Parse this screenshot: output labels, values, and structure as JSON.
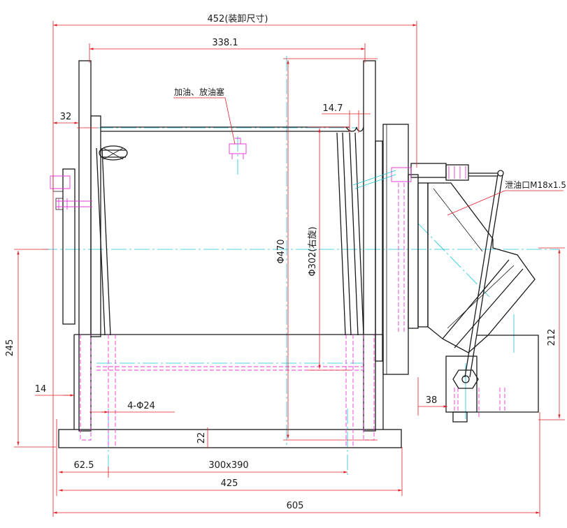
{
  "dimensions": {
    "d452": "452(装卸尺寸)",
    "d338": "338.1",
    "d32": "32",
    "d14_7": "14.7",
    "d470": "Φ470",
    "d302": "Φ302(右旋)",
    "d245": "245",
    "d14": "14",
    "d4x24": "4-Φ24",
    "d22": "22",
    "d62_5": "62.5",
    "d300x390": "300x390",
    "d425": "425",
    "d605": "605",
    "d38": "38",
    "d212": "212"
  },
  "labels": {
    "oil_plug": "加油、放油塞",
    "drain_port": "泄油口M18x1.5"
  },
  "colors": {
    "outline": "#1a1a1a",
    "dimension": "#e0202a",
    "centerline": "#19c5d6",
    "hidden": "#e838d8"
  }
}
